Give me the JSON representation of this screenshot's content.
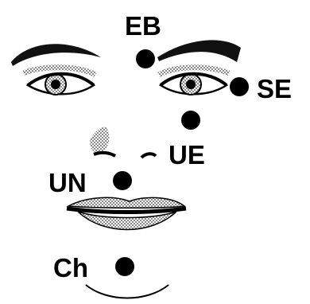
{
  "points": {
    "eb": {
      "label": "EB"
    },
    "se": {
      "label": "SE"
    },
    "ue": {
      "label": "UE"
    },
    "un": {
      "label": "UN"
    },
    "ch": {
      "label": "Ch"
    }
  },
  "colors": {
    "ink": "#000000",
    "background": "#ffffff",
    "shade": "#9a9a9a"
  }
}
